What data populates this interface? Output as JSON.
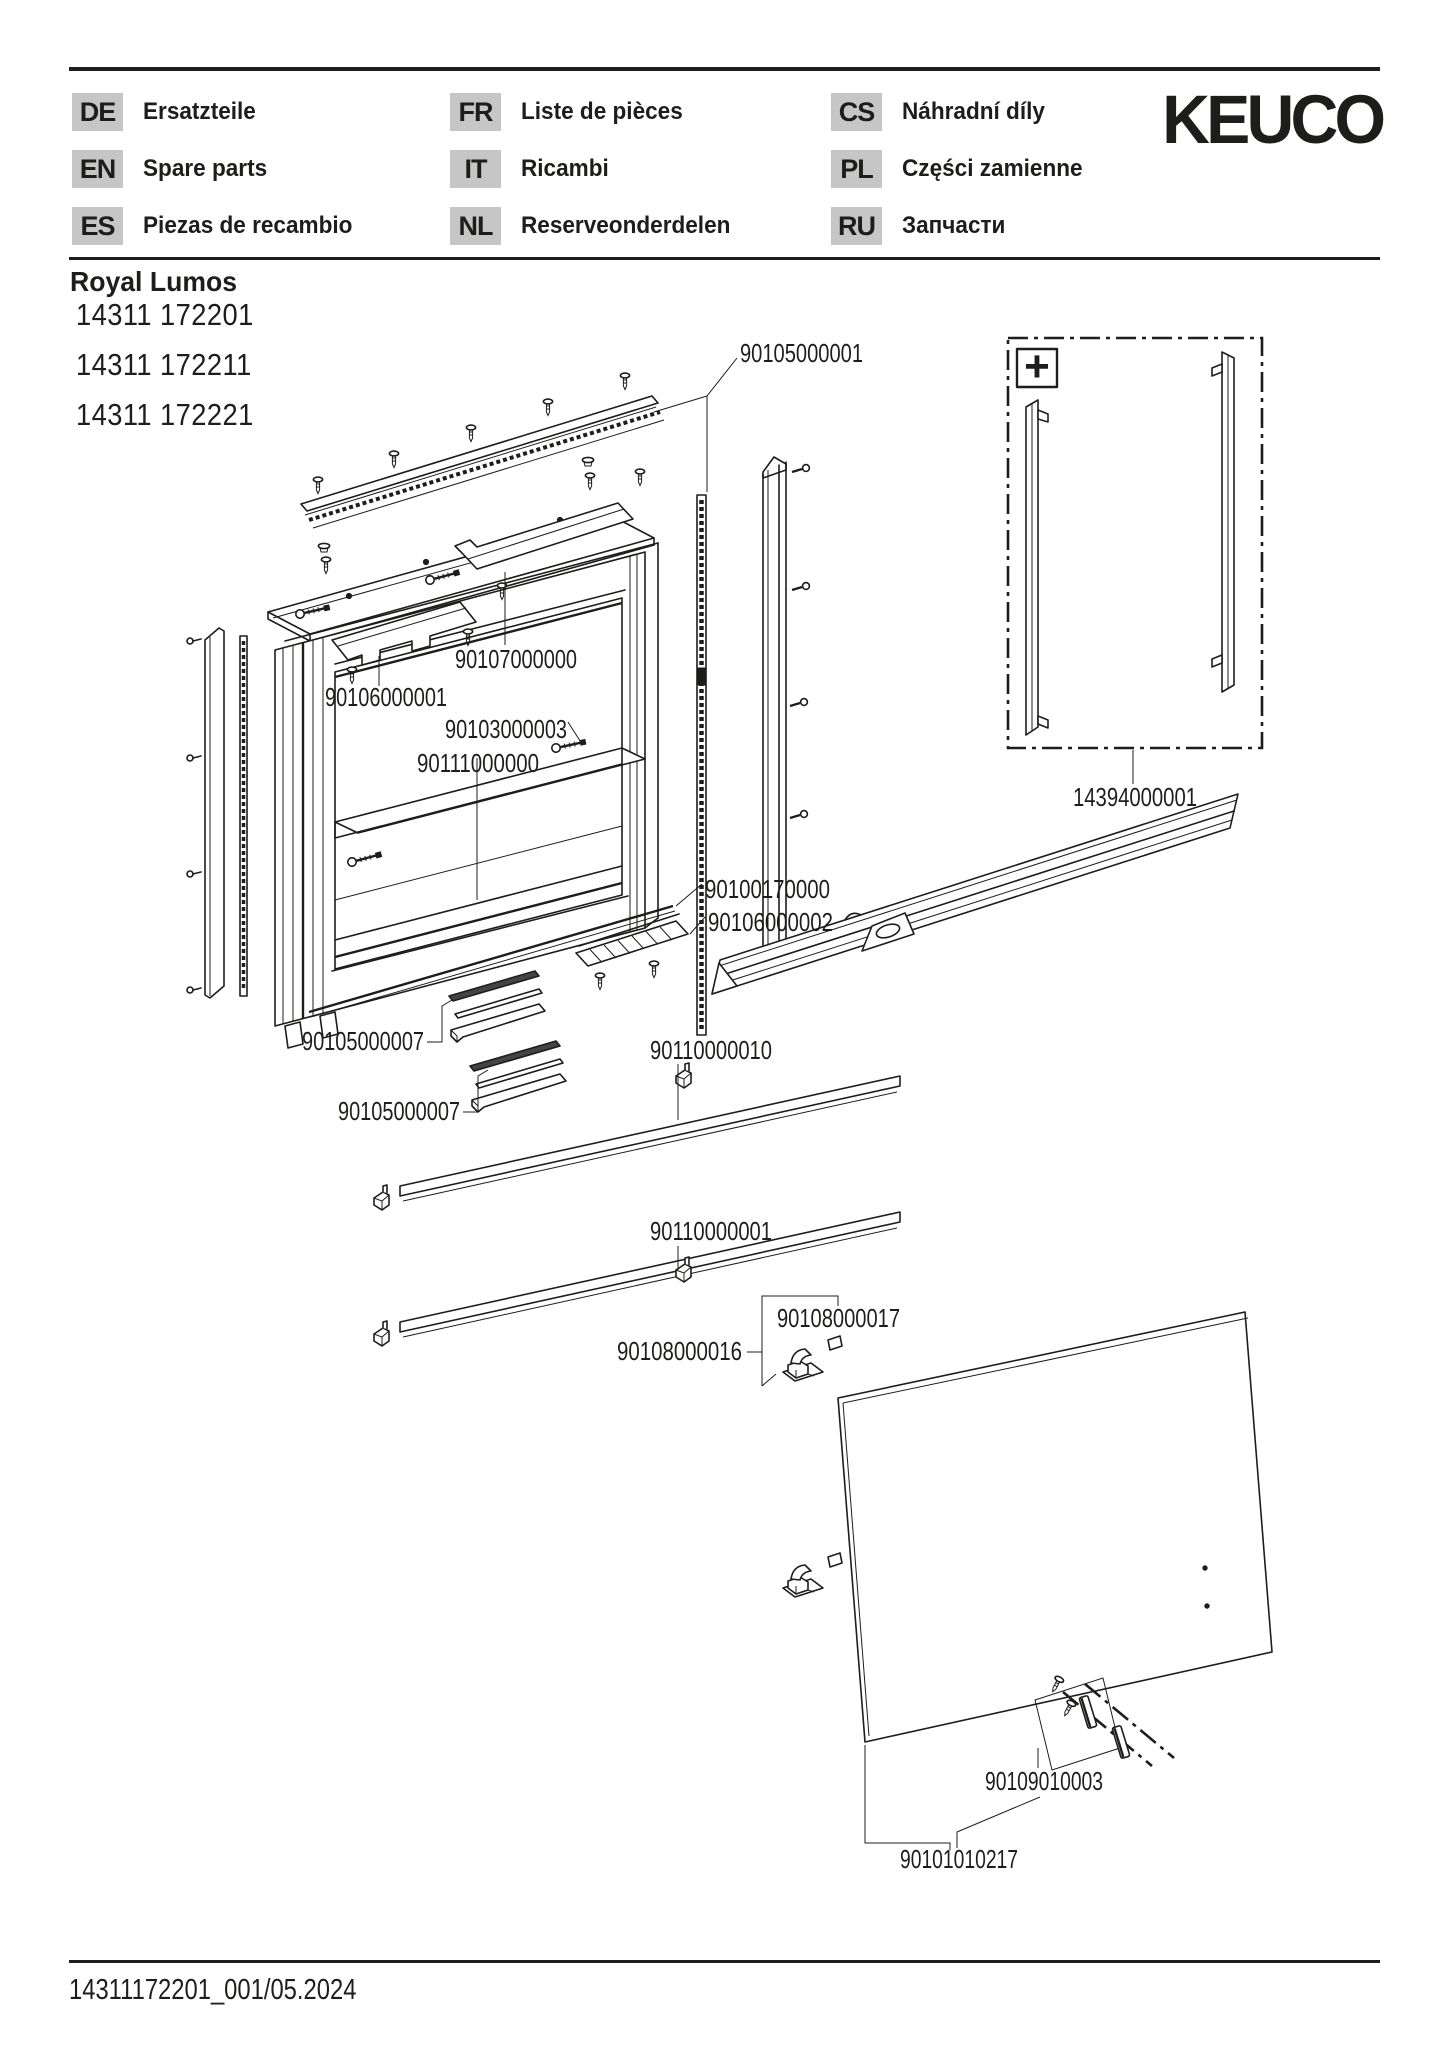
{
  "header": {
    "brand_logo": "KEUCO",
    "languages": [
      {
        "code": "DE",
        "label": "Ersatzteile"
      },
      {
        "code": "EN",
        "label": "Spare parts"
      },
      {
        "code": "ES",
        "label": "Piezas de recambio"
      },
      {
        "code": "FR",
        "label": "Liste de pièces"
      },
      {
        "code": "IT",
        "label": "Ricambi"
      },
      {
        "code": "NL",
        "label": "Reserveonderdelen"
      },
      {
        "code": "CS",
        "label": "Náhradní díly"
      },
      {
        "code": "PL",
        "label": "Części zamienne"
      },
      {
        "code": "RU",
        "label": "Запчасти"
      }
    ]
  },
  "product": {
    "series": "Royal Lumos",
    "model_numbers": [
      "14311 172201",
      "14311 172211",
      "14311 172221"
    ]
  },
  "diagram": {
    "plus_marker": "+",
    "labels": [
      {
        "part": "90105000001",
        "text": "90105000001"
      },
      {
        "part": "14394000001",
        "text": "14394000001"
      },
      {
        "part": "90107000000",
        "text": "90107000000"
      },
      {
        "part": "90106000001",
        "text": "90106000001"
      },
      {
        "part": "90103000003",
        "text": "90103000003"
      },
      {
        "part": "90111000000",
        "text": "90111000000"
      },
      {
        "part": "90100170000",
        "text": "90100170000"
      },
      {
        "part": "90106000002",
        "text": "90106000002"
      },
      {
        "part": "90105000007",
        "text": "90105000007"
      },
      {
        "part": "90105000007",
        "text": "90105000007"
      },
      {
        "part": "90110000010",
        "text": "90110000010"
      },
      {
        "part": "90110000001",
        "text": "90110000001"
      },
      {
        "part": "90108000017",
        "text": "90108000017"
      },
      {
        "part": "90108000016",
        "text": "90108000016"
      },
      {
        "part": "90109010003",
        "text": "90109010003"
      },
      {
        "part": "90101010217",
        "text": "90101010217"
      }
    ]
  },
  "footer": {
    "document_ref": "14311172201_001/05.2024"
  },
  "colors": {
    "ink": "#1d1d1b",
    "badge_bg": "#c6c6c6",
    "paper": "#ffffff"
  }
}
